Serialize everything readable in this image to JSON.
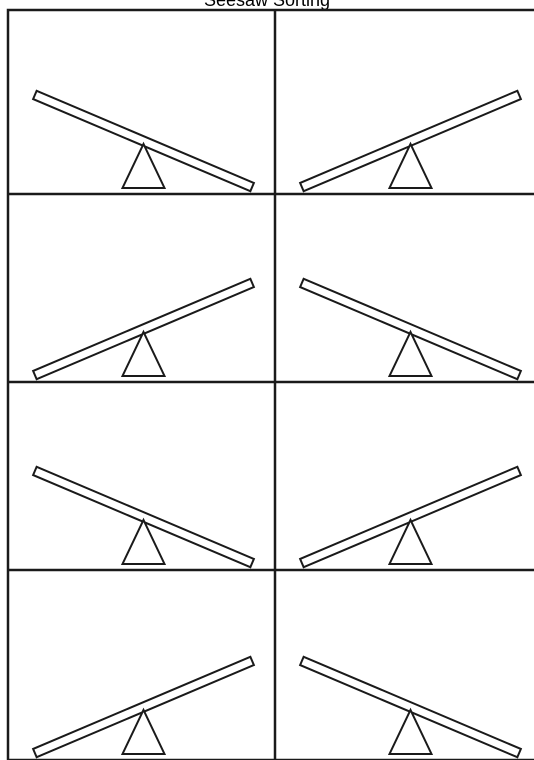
{
  "worksheet": {
    "title": "Seesaw Sorting"
  },
  "colors": {
    "ink": "#1a1a1a",
    "paper": "#ffffff"
  },
  "grid": {
    "rows": 4,
    "cols": 2
  },
  "panels": [
    {
      "row": 1,
      "col": 1,
      "lower_side": "right",
      "icon": "seesaw-icon"
    },
    {
      "row": 1,
      "col": 2,
      "lower_side": "left",
      "icon": "seesaw-icon"
    },
    {
      "row": 2,
      "col": 1,
      "lower_side": "left",
      "icon": "seesaw-icon"
    },
    {
      "row": 2,
      "col": 2,
      "lower_side": "right",
      "icon": "seesaw-icon"
    },
    {
      "row": 3,
      "col": 1,
      "lower_side": "right",
      "icon": "seesaw-icon"
    },
    {
      "row": 3,
      "col": 2,
      "lower_side": "left",
      "icon": "seesaw-icon"
    },
    {
      "row": 4,
      "col": 1,
      "lower_side": "left",
      "icon": "seesaw-icon"
    },
    {
      "row": 4,
      "col": 2,
      "lower_side": "right",
      "icon": "seesaw-icon"
    }
  ]
}
